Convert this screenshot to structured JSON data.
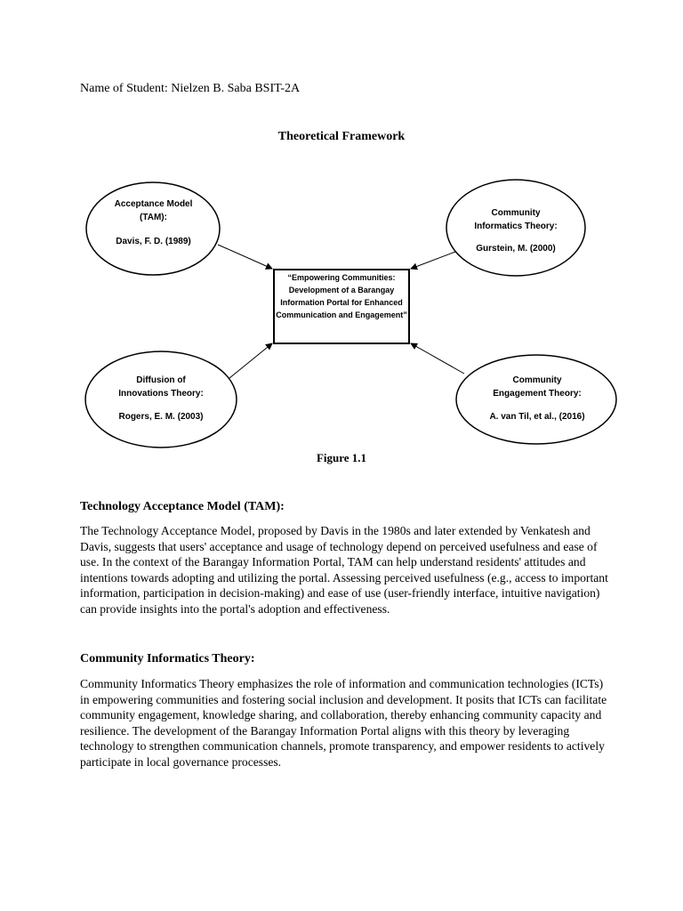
{
  "header": {
    "student_line": "Name of Student: Nielzen B. Saba BSIT-2A"
  },
  "framework": {
    "title": "Theoretical Framework",
    "center_box": "“Empowering Communities: Development of a Barangay Information Portal for Enhanced Communication and Engagement”",
    "nodes": {
      "tam": {
        "name_line1": "Acceptance Model",
        "name_line2": "(TAM):",
        "author": "Davis, F. D. (1989)"
      },
      "community_informatics": {
        "name_line1": "Community",
        "name_line2": "Informatics Theory:",
        "author": "Gurstein, M. (2000)"
      },
      "diffusion": {
        "name_line1": "Diffusion of",
        "name_line2": "Innovations Theory:",
        "author": "Rogers, E. M. (2003)"
      },
      "community_engagement": {
        "name_line1": "Community",
        "name_line2": "Engagement Theory:",
        "author": "A. van Til, et al., (2016)"
      }
    },
    "figure_caption": "Figure 1.1"
  },
  "sections": [
    {
      "heading": "Technology Acceptance Model (TAM):",
      "body": "The Technology Acceptance Model, proposed by Davis in the 1980s and later extended by Venkatesh and Davis, suggests that users' acceptance and usage of technology depend on perceived usefulness and ease of use. In the context of the Barangay Information Portal, TAM can help understand residents' attitudes and intentions towards adopting and utilizing the portal. Assessing perceived usefulness (e.g., access to important information, participation in decision-making) and ease of use (user-friendly interface, intuitive navigation) can provide insights into the portal's adoption and effectiveness."
    },
    {
      "heading": "Community Informatics Theory:",
      "body": "Community Informatics Theory emphasizes the role of information and communication technologies (ICTs) in empowering communities and fostering social inclusion and development. It posits that ICTs can facilitate community engagement, knowledge sharing, and collaboration, thereby enhancing community capacity and resilience. The development of the Barangay Information Portal aligns with this theory by leveraging technology to strengthen communication channels, promote transparency, and empower residents to actively participate in local governance processes."
    }
  ]
}
